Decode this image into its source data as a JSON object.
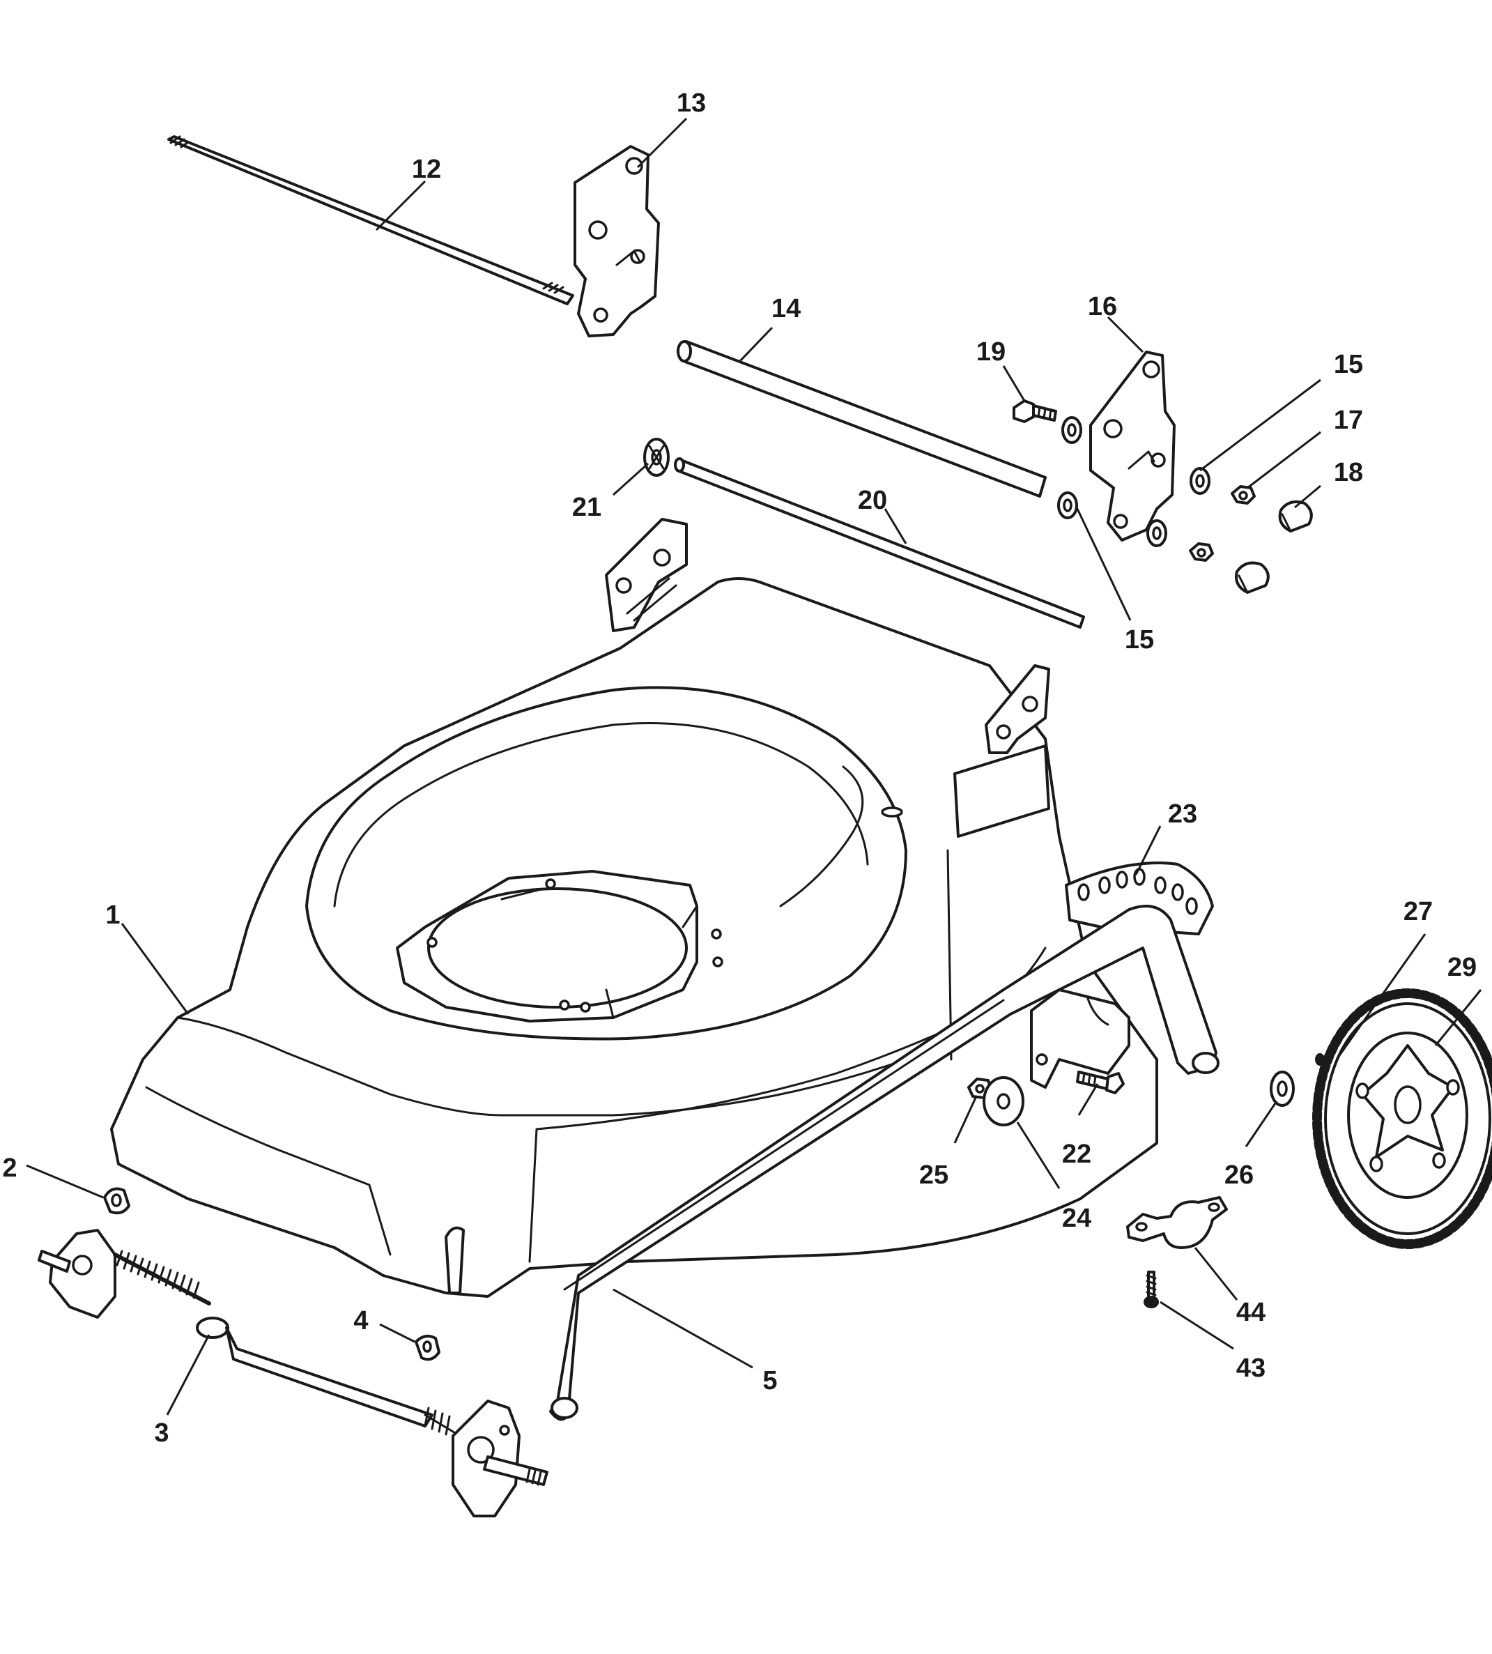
{
  "diagram": {
    "callouts": [
      {
        "id": "1",
        "label": "1"
      },
      {
        "id": "2",
        "label": "2"
      },
      {
        "id": "3",
        "label": "3"
      },
      {
        "id": "4",
        "label": "4"
      },
      {
        "id": "5",
        "label": "5"
      },
      {
        "id": "12",
        "label": "12"
      },
      {
        "id": "13",
        "label": "13"
      },
      {
        "id": "14",
        "label": "14"
      },
      {
        "id": "15a",
        "label": "15"
      },
      {
        "id": "15b",
        "label": "15"
      },
      {
        "id": "16",
        "label": "16"
      },
      {
        "id": "17",
        "label": "17"
      },
      {
        "id": "18",
        "label": "18"
      },
      {
        "id": "19",
        "label": "19"
      },
      {
        "id": "20",
        "label": "20"
      },
      {
        "id": "21",
        "label": "21"
      },
      {
        "id": "22",
        "label": "22"
      },
      {
        "id": "23",
        "label": "23"
      },
      {
        "id": "24",
        "label": "24"
      },
      {
        "id": "25",
        "label": "25"
      },
      {
        "id": "26",
        "label": "26"
      },
      {
        "id": "27",
        "label": "27"
      },
      {
        "id": "29",
        "label": "29"
      },
      {
        "id": "43",
        "label": "43"
      },
      {
        "id": "44",
        "label": "44"
      }
    ]
  }
}
